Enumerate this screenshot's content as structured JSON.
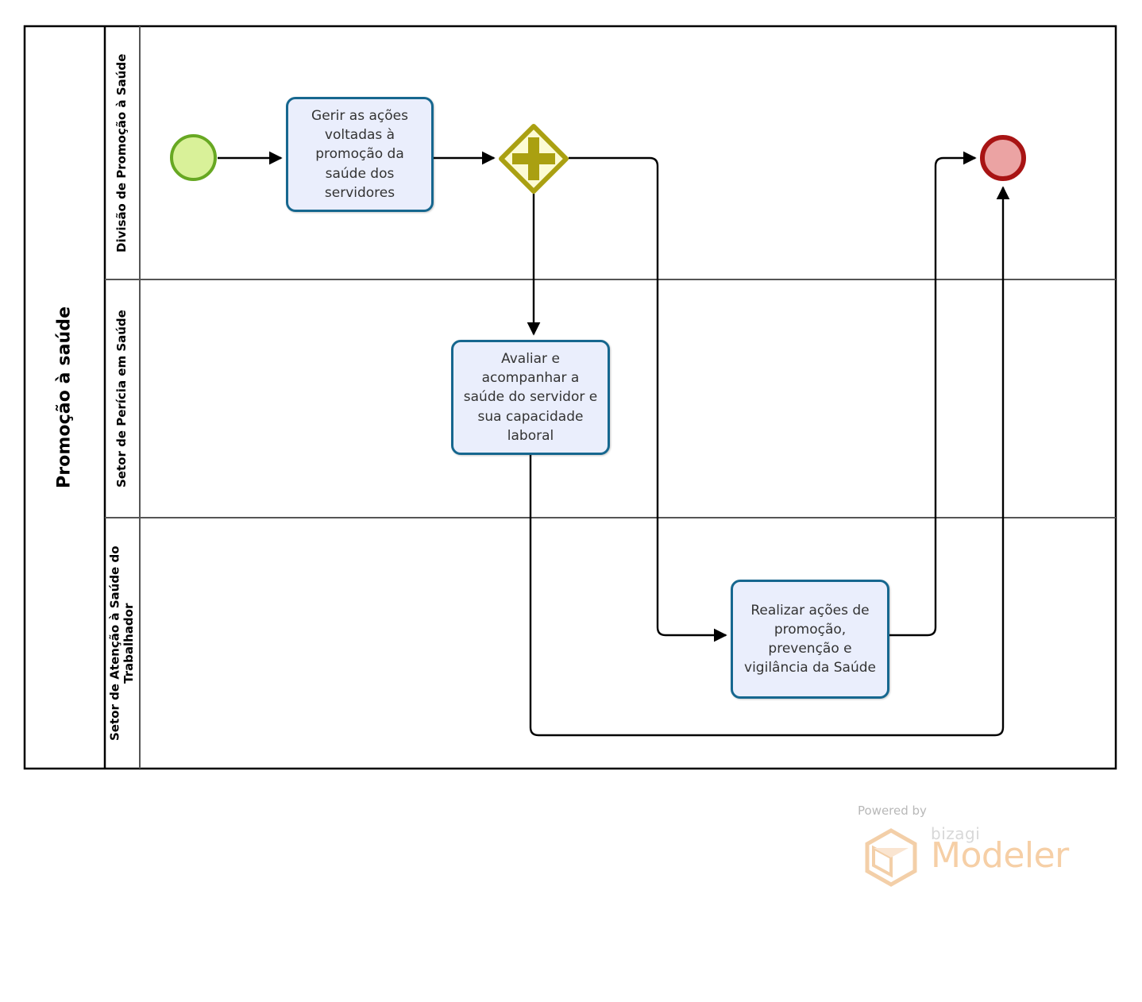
{
  "diagram": {
    "type": "bpmn-process",
    "pool": {
      "title": "Promoção à saúde"
    },
    "lanes": [
      {
        "id": "lane-1",
        "label": "Divisão de Promoção à Saúde"
      },
      {
        "id": "lane-2",
        "label": "Setor de Perícia em Saúde"
      },
      {
        "id": "lane-3",
        "label": "Setor de Atenção à Saúde do Trabalhador"
      }
    ],
    "nodes": {
      "start_event": {
        "kind": "start-event",
        "lane": "lane-1",
        "fill": "#d9f199",
        "stroke": "#67a822"
      },
      "task_1": {
        "kind": "task",
        "lane": "lane-1",
        "label": "Gerir as ações voltadas à promoção da saúde dos servidores"
      },
      "gateway_parallel": {
        "kind": "parallel-gateway",
        "lane": "lane-1",
        "symbol": "+",
        "fill": "#fcfbd4",
        "stroke": "#aaa011"
      },
      "task_2": {
        "kind": "task",
        "lane": "lane-2",
        "label": "Avaliar e acompanhar a saúde do servidor e sua capacidade laboral"
      },
      "task_3": {
        "kind": "task",
        "lane": "lane-3",
        "label": "Realizar ações de promoção, prevenção e vigilância da Saúde"
      },
      "end_event": {
        "kind": "end-event",
        "lane": "lane-1",
        "fill": "#eba3a3",
        "stroke": "#a81414"
      }
    },
    "flows": [
      {
        "id": "flow-start-to-task1",
        "from": "start_event",
        "to": "task_1"
      },
      {
        "id": "flow-task1-to-gateway",
        "from": "task_1",
        "to": "gateway_parallel"
      },
      {
        "id": "flow-gateway-to-task2",
        "from": "gateway_parallel",
        "to": "task_2"
      },
      {
        "id": "flow-gateway-to-task3",
        "from": "gateway_parallel",
        "to": "task_3"
      },
      {
        "id": "flow-task3-to-end",
        "from": "task_3",
        "to": "end_event"
      },
      {
        "id": "flow-task2-to-end",
        "from": "task_2",
        "to": "end_event"
      }
    ],
    "colors": {
      "task_fill": "#eaeefc",
      "task_stroke": "#16678f",
      "pool_stroke": "#000000",
      "lane_stroke": "#555555",
      "connector": "#000000"
    }
  },
  "watermark": {
    "powered_by": "Powered by",
    "brand": "bizagi",
    "product": "Modeler"
  }
}
